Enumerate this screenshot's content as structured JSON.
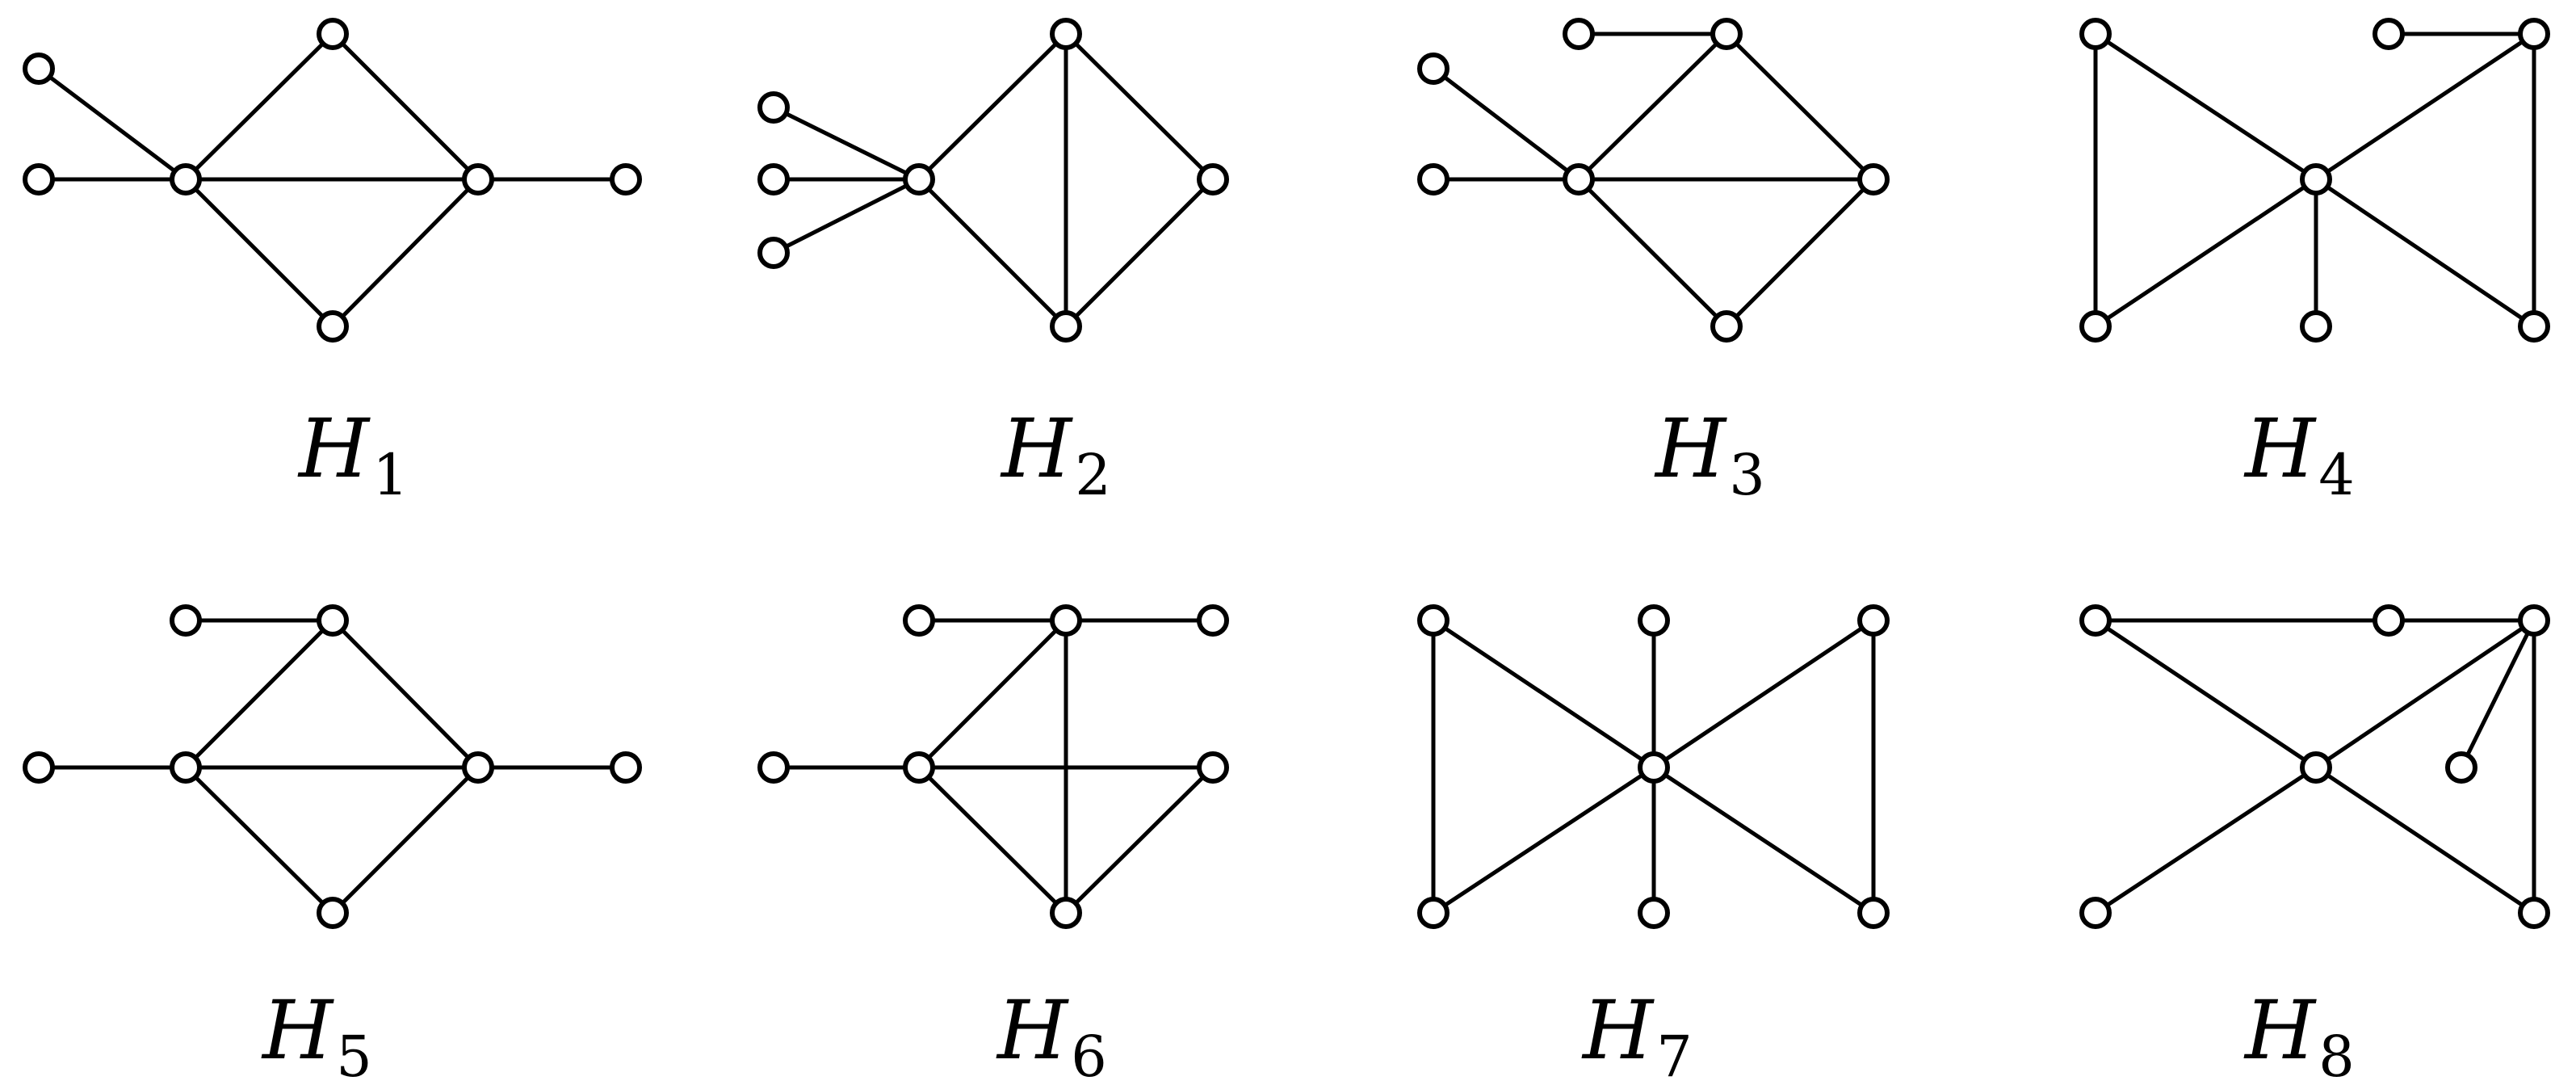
{
  "figure": {
    "graphs": [
      {
        "name": "H1",
        "label_base": "H",
        "label_sub": "1",
        "vertices": [
          "a",
          "b",
          "c",
          "d",
          "e",
          "f",
          "g"
        ],
        "edges": [
          [
            "a",
            "c"
          ],
          [
            "b",
            "c"
          ],
          [
            "c",
            "d"
          ],
          [
            "c",
            "e"
          ],
          [
            "c",
            "f"
          ],
          [
            "d",
            "f"
          ],
          [
            "e",
            "f"
          ],
          [
            "f",
            "g"
          ]
        ]
      },
      {
        "name": "H2",
        "label_base": "H",
        "label_sub": "2",
        "vertices": [
          "a",
          "b",
          "c",
          "d",
          "e",
          "f",
          "g"
        ],
        "edges": [
          [
            "a",
            "d"
          ],
          [
            "b",
            "d"
          ],
          [
            "c",
            "d"
          ],
          [
            "d",
            "e"
          ],
          [
            "d",
            "f"
          ],
          [
            "e",
            "f"
          ],
          [
            "e",
            "g"
          ],
          [
            "f",
            "g"
          ]
        ]
      },
      {
        "name": "H3",
        "label_base": "H",
        "label_sub": "3",
        "vertices": [
          "a",
          "b",
          "c",
          "d",
          "e",
          "f",
          "g"
        ],
        "edges": [
          [
            "a",
            "d"
          ],
          [
            "b",
            "d"
          ],
          [
            "c",
            "e"
          ],
          [
            "d",
            "e"
          ],
          [
            "d",
            "f"
          ],
          [
            "d",
            "g"
          ],
          [
            "e",
            "f"
          ],
          [
            "f",
            "g"
          ]
        ]
      },
      {
        "name": "H4",
        "label_base": "H",
        "label_sub": "4",
        "vertices": [
          "a",
          "b",
          "c",
          "d",
          "e",
          "f",
          "g"
        ],
        "edges": [
          [
            "a",
            "b"
          ],
          [
            "a",
            "d"
          ],
          [
            "b",
            "d"
          ],
          [
            "c",
            "f"
          ],
          [
            "d",
            "e"
          ],
          [
            "d",
            "f"
          ],
          [
            "d",
            "g"
          ],
          [
            "f",
            "g"
          ]
        ]
      },
      {
        "name": "H5",
        "label_base": "H",
        "label_sub": "5",
        "vertices": [
          "a",
          "b",
          "c",
          "d",
          "e",
          "f",
          "g"
        ],
        "edges": [
          [
            "a",
            "b"
          ],
          [
            "b",
            "f"
          ],
          [
            "c",
            "d"
          ],
          [
            "d",
            "b"
          ],
          [
            "d",
            "e"
          ],
          [
            "d",
            "f"
          ],
          [
            "e",
            "f"
          ],
          [
            "f",
            "g"
          ]
        ]
      },
      {
        "name": "H6",
        "label_base": "H",
        "label_sub": "6",
        "vertices": [
          "a",
          "b",
          "c",
          "d",
          "e",
          "f",
          "g"
        ],
        "edges": [
          [
            "a",
            "b"
          ],
          [
            "b",
            "c"
          ],
          [
            "b",
            "e"
          ],
          [
            "b",
            "f"
          ],
          [
            "d",
            "e"
          ],
          [
            "e",
            "f"
          ],
          [
            "e",
            "g"
          ],
          [
            "f",
            "g"
          ]
        ]
      },
      {
        "name": "H7",
        "label_base": "H",
        "label_sub": "7",
        "vertices": [
          "a",
          "b",
          "c",
          "d",
          "e",
          "f",
          "g"
        ],
        "edges": [
          [
            "a",
            "d"
          ],
          [
            "a",
            "e"
          ],
          [
            "b",
            "d"
          ],
          [
            "c",
            "d"
          ],
          [
            "c",
            "g"
          ],
          [
            "d",
            "e"
          ],
          [
            "d",
            "f"
          ],
          [
            "d",
            "g"
          ]
        ]
      },
      {
        "name": "H8",
        "label_base": "H",
        "label_sub": "8",
        "vertices": [
          "a",
          "b",
          "c",
          "d",
          "e",
          "f",
          "g"
        ],
        "edges": [
          [
            "a",
            "c"
          ],
          [
            "a",
            "d"
          ],
          [
            "b",
            "c"
          ],
          [
            "c",
            "d"
          ],
          [
            "c",
            "e"
          ],
          [
            "c",
            "g"
          ],
          [
            "d",
            "f"
          ],
          [
            "d",
            "g"
          ]
        ]
      }
    ]
  }
}
